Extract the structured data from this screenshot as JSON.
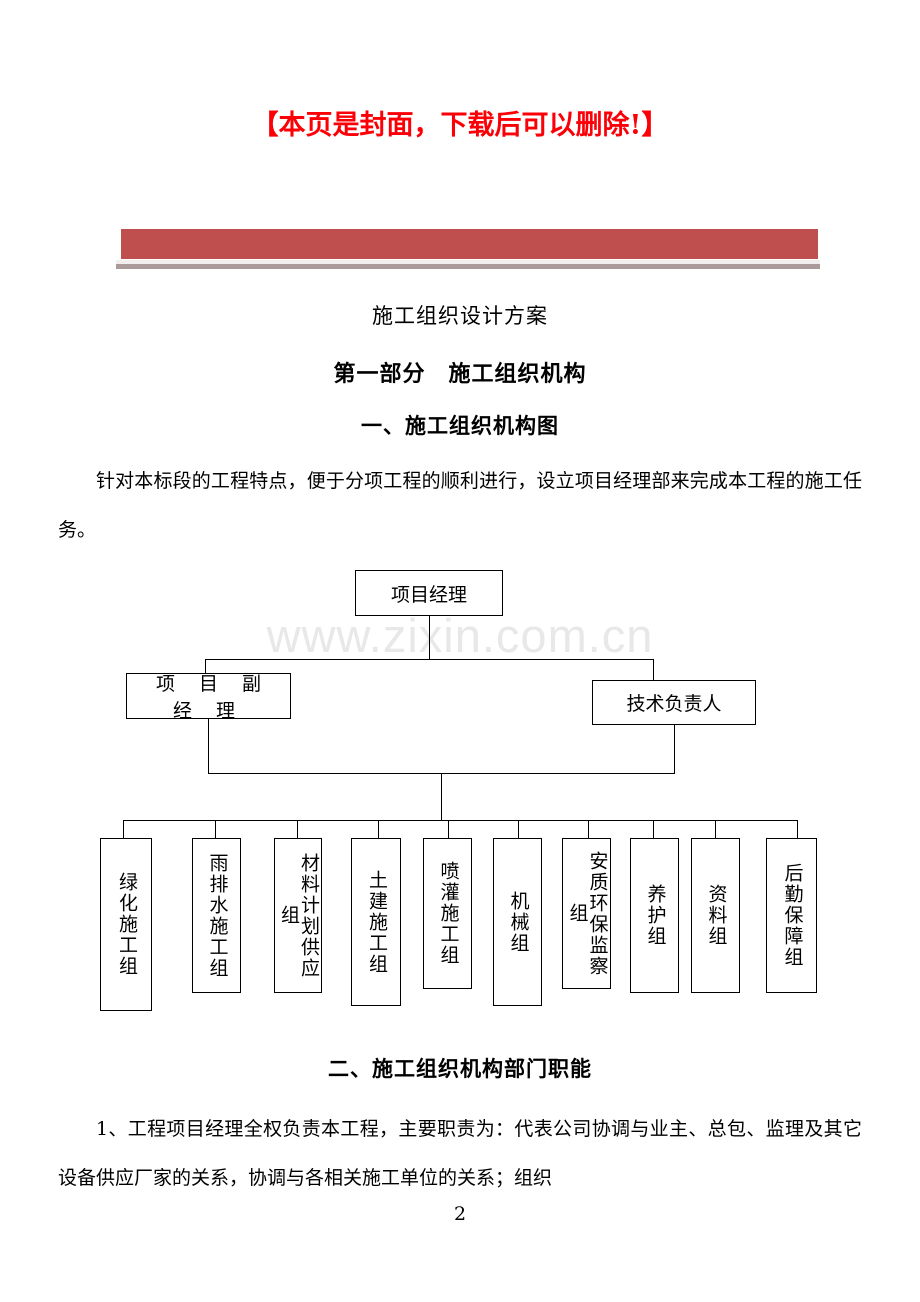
{
  "document": {
    "cover_notice": "【本页是封面，下载后可以删除!】",
    "watermark": "www.zixin.com.cn",
    "title": "施工组织设计方案",
    "part_title": "第一部分　施工组织机构",
    "section_1_title": "一、施工组织机构图",
    "section_2_title": "二、施工组织机构部门职能",
    "intro_paragraph": "针对本标段的工程特点，便于分项工程的顺利进行，设立项目经理部来完成本工程的施工任务。",
    "duty_paragraph": "1、工程项目经理全权负责本工程，主要职责为：代表公司协调与业主、总包、监理及其它设备供应厂家的关系，协调与各相关施工单位的关系；组织",
    "page_number": "2"
  },
  "colors": {
    "notice_red": "#fb0007",
    "banner_red": "#bf4f4f",
    "banner_shadow": "#ab9a9a",
    "watermark_gray": "#e8e8e8",
    "line_black": "#000000"
  },
  "org_chart": {
    "level_1": {
      "label": "项目经理"
    },
    "level_2": [
      {
        "label": "项 目 副 经 理"
      },
      {
        "label": "技术负责人"
      }
    ],
    "level_3": [
      {
        "label": "绿化施工组"
      },
      {
        "label": "雨排水施工组"
      },
      {
        "label": "材料计划供应组"
      },
      {
        "label": "土建施工组"
      },
      {
        "label": "喷灌施工组"
      },
      {
        "label": "机械组"
      },
      {
        "label": "安质环保监察组"
      },
      {
        "label": "养护组"
      },
      {
        "label": "资料组"
      },
      {
        "label": "后勤保障组"
      }
    ]
  }
}
